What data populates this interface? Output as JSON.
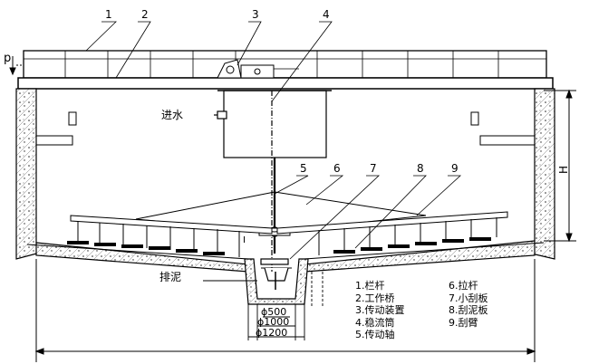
{
  "callouts": [
    "1",
    "2",
    "3",
    "4",
    "5",
    "6",
    "7",
    "8",
    "9"
  ],
  "labels": {
    "p": "p",
    "water_inlet": "进水",
    "sludge_outlet": "排泥",
    "height": "H",
    "section_mark": "I"
  },
  "dimensions": {
    "d500": "ϕ500",
    "d1000": "ϕ1000",
    "d1200": "ϕ1200"
  },
  "legend": {
    "left": [
      "1.栏杆",
      "2.工作桥",
      "3.传动装置",
      "4.稳流筒",
      "5.传动轴"
    ],
    "right": [
      "6.拉杆",
      "7.小刮板",
      "8.刮泥板",
      "9.刮臂"
    ]
  }
}
